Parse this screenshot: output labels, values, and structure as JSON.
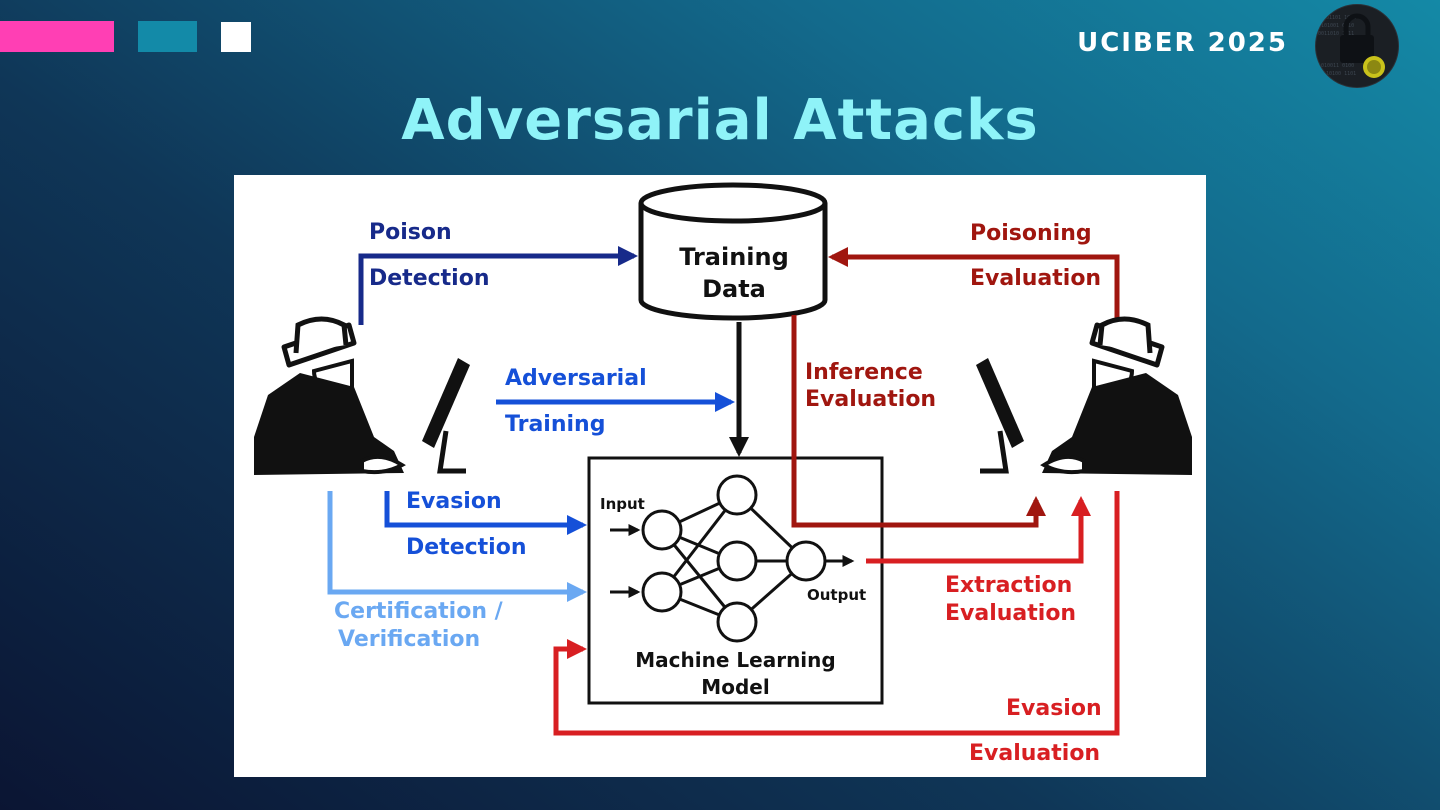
{
  "header": {
    "conference": "UCIBER 2025",
    "title": "Adversarial Attacks",
    "accent_colors": {
      "pink": "#ff3fb4",
      "teal": "#138aa8",
      "white": "#ffffff",
      "title": "#8ff3f8"
    }
  },
  "logo": {
    "icon": "padlock-binary-logo-icon"
  },
  "diagram": {
    "training_data": {
      "line1": "Training",
      "line2": "Data"
    },
    "model": {
      "input_label": "Input",
      "output_label": "Output",
      "line1": "Machine Learning",
      "line2": "Model"
    },
    "defender_arrows": {
      "poison_detection": {
        "line1": "Poison",
        "line2": "Detection",
        "color": "#172a8a"
      },
      "adversarial_training": {
        "line1": "Adversarial",
        "line2": "Training",
        "color": "#1550d8"
      },
      "evasion_detection": {
        "line1": "Evasion",
        "line2": "Detection",
        "color": "#1550d8"
      },
      "certification": {
        "line1": "Certification /",
        "line2": "Verification",
        "color": "#6aa8f2"
      }
    },
    "attacker_arrows": {
      "poisoning_evaluation": {
        "line1": "Poisoning",
        "line2": "Evaluation",
        "color": "#a0160f"
      },
      "inference_evaluation": {
        "line1": "Inference",
        "line2": "Evaluation",
        "color": "#a0160f"
      },
      "extraction_evaluation": {
        "line1": "Extraction",
        "line2": "Evaluation",
        "color": "#d81f22"
      },
      "evasion_evaluation": {
        "line1": "Evasion",
        "line2": "Evaluation",
        "color": "#d81f22"
      }
    },
    "icons": [
      "hacker-at-computer-left-icon",
      "hacker-at-computer-right-icon"
    ]
  }
}
